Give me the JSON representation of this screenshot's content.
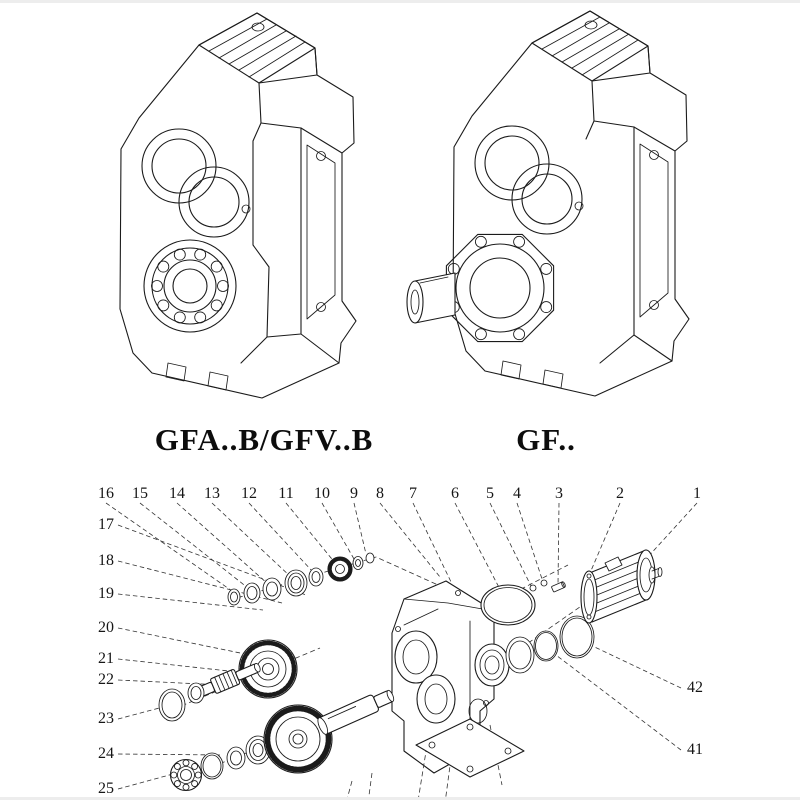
{
  "page": {
    "background": "#ffffff",
    "line_color": "#1b1b1b"
  },
  "products": {
    "left_label": "GFA..B/GFV..B",
    "right_label": "GF.."
  },
  "exploded_view": {
    "callouts_top": [
      "16",
      "15",
      "14",
      "13",
      "12",
      "11",
      "10",
      "9",
      "8",
      "7",
      "6",
      "5",
      "4",
      "3",
      "2",
      "1"
    ],
    "callouts_left": [
      "17",
      "18",
      "19",
      "20",
      "21",
      "22",
      "23",
      "24",
      "25"
    ],
    "callouts_right": [
      "42",
      "41"
    ]
  }
}
